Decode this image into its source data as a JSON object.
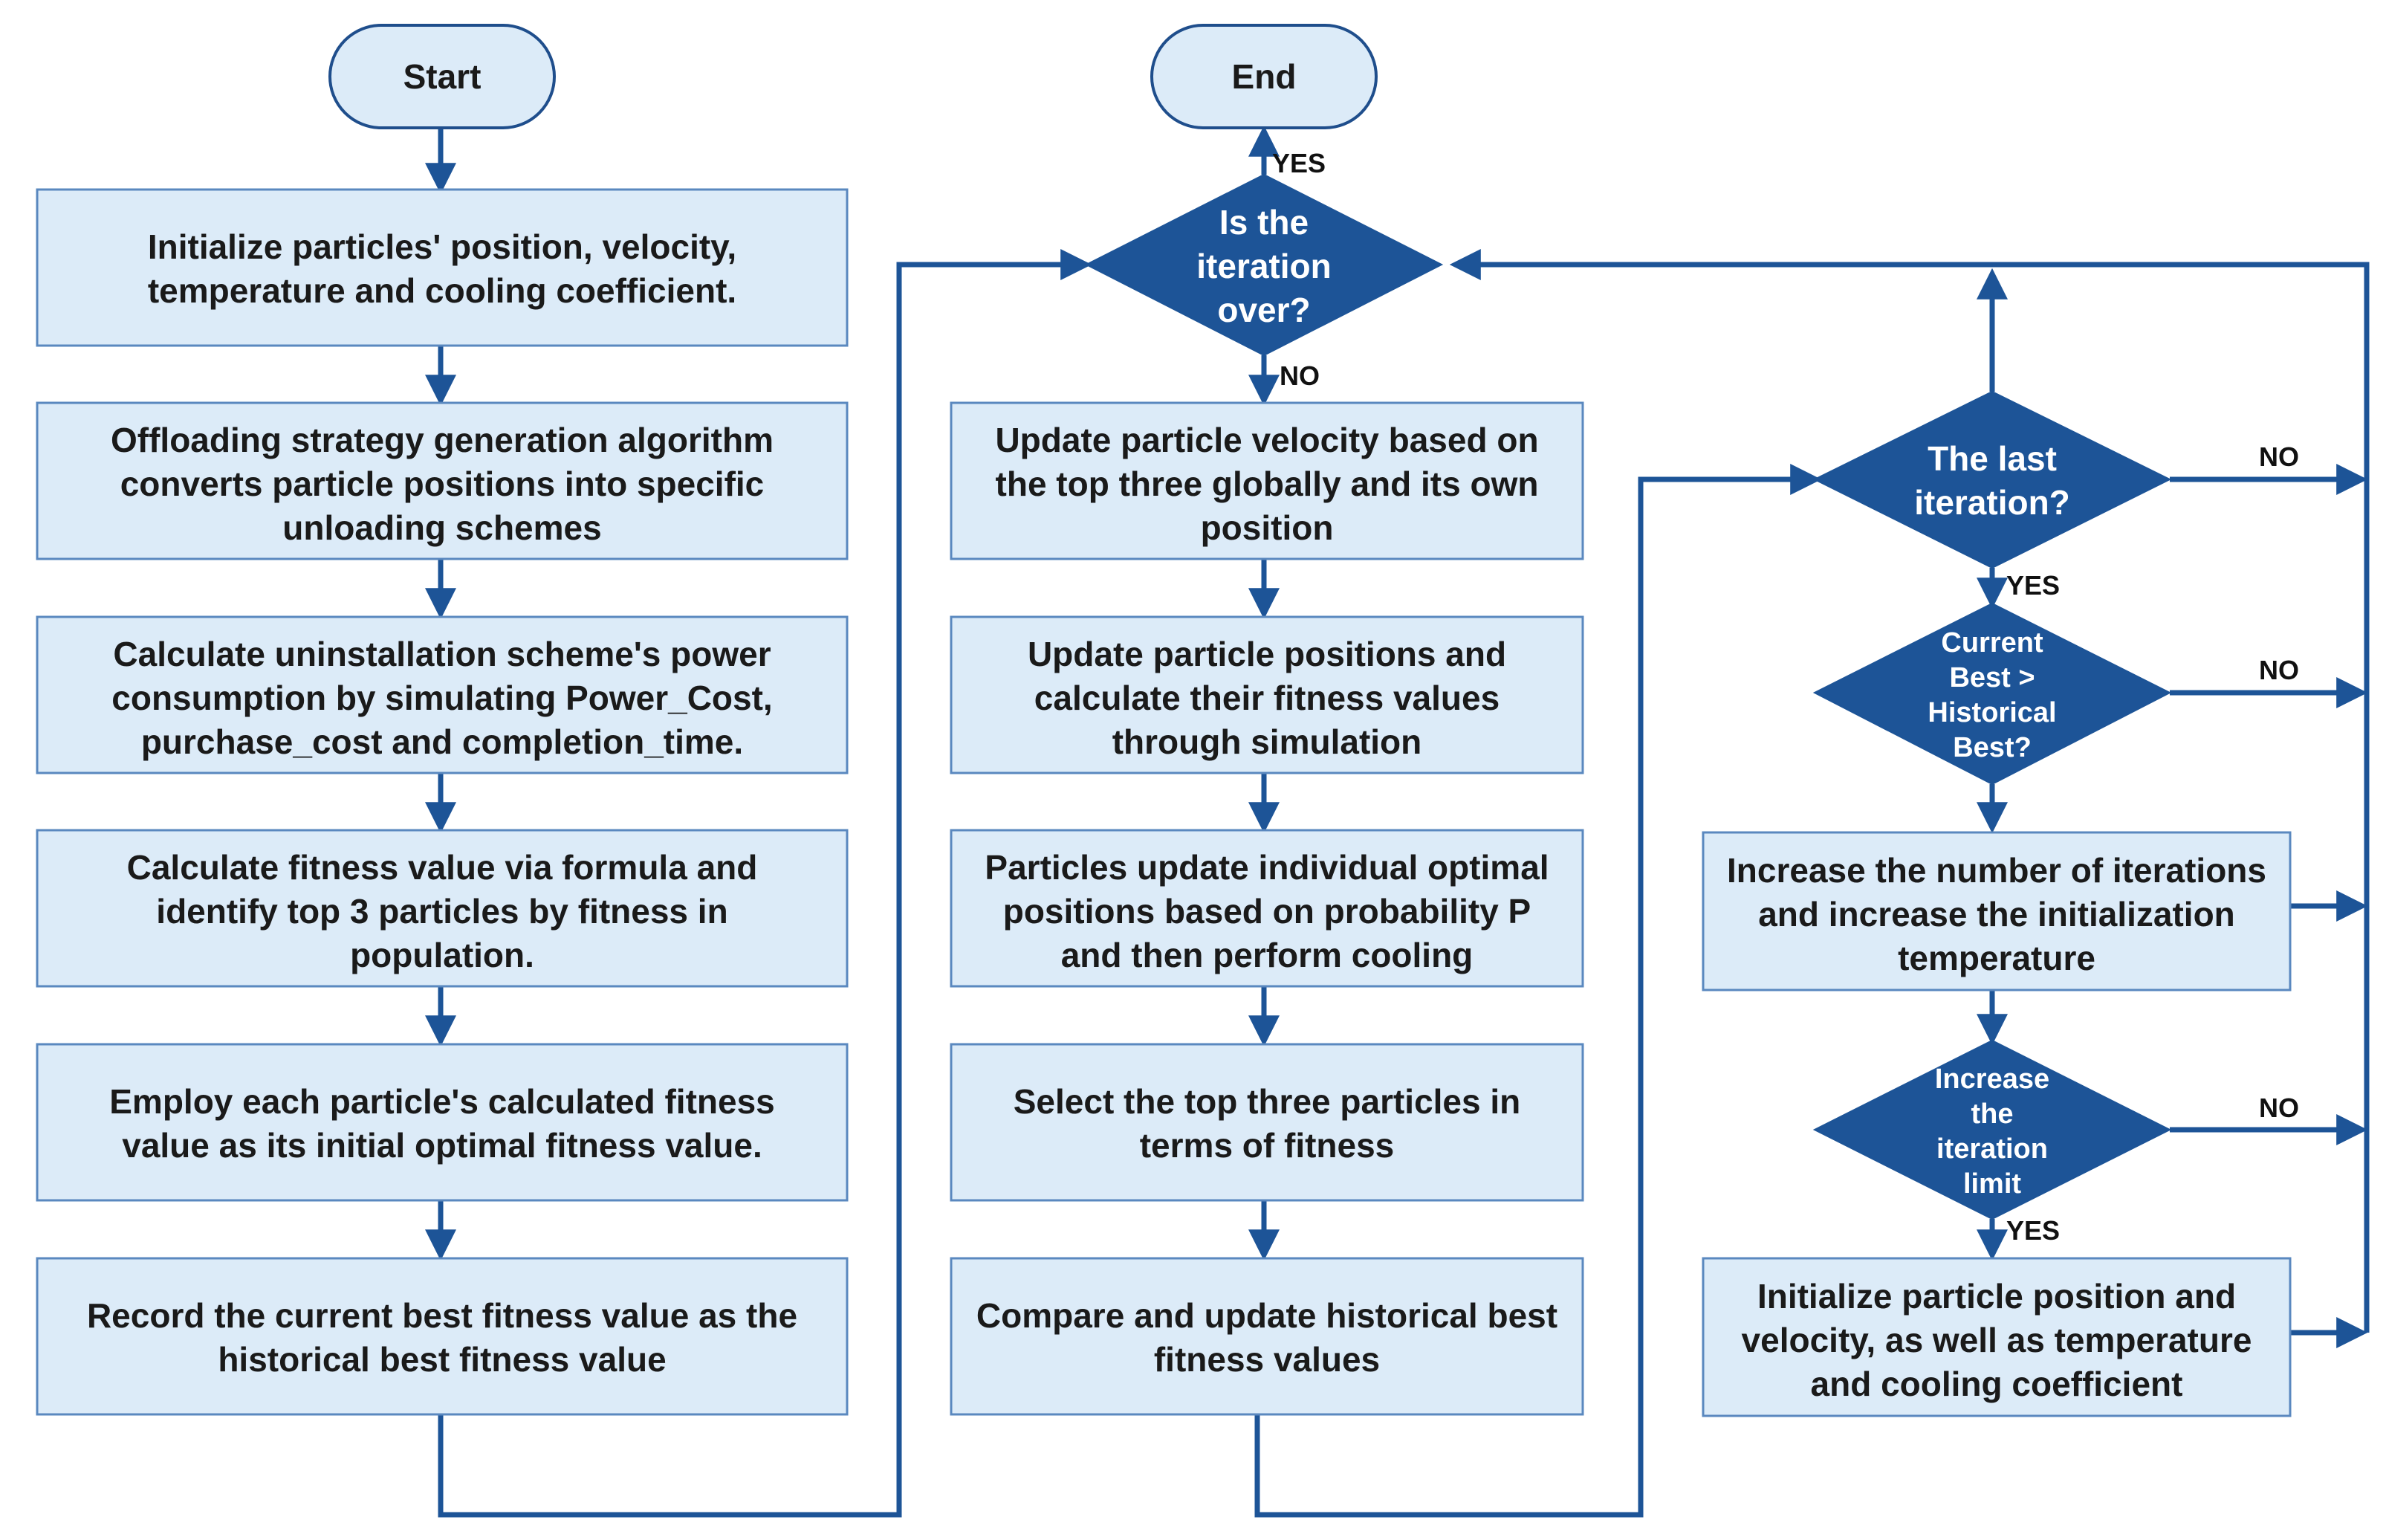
{
  "terminals": {
    "start": "Start",
    "end": "End"
  },
  "left_column": [
    [
      "Initialize particles' position, velocity,",
      "temperature and cooling coefficient."
    ],
    [
      "Offloading strategy generation algorithm",
      "converts particle positions into specific",
      "unloading schemes"
    ],
    [
      "Calculate uninstallation scheme's power",
      "consumption by simulating Power_Cost,",
      "purchase_cost and completion_time."
    ],
    [
      "Calculate fitness value via formula and",
      "identify top 3 particles by fitness in",
      "population."
    ],
    [
      "Employ each particle's calculated fitness",
      "value as its initial optimal fitness value."
    ],
    [
      "Record the current best fitness value as the",
      "historical best fitness value"
    ]
  ],
  "middle_column": [
    [
      "Update particle velocity based on",
      "the top three globally and its own",
      "position"
    ],
    [
      "Update particle positions and",
      "calculate their fitness values",
      "through simulation"
    ],
    [
      "Particles update individual optimal",
      "positions based on probability P",
      "and then perform cooling"
    ],
    [
      "Select the top three particles in",
      "terms of fitness"
    ],
    [
      "Compare and update historical best",
      "fitness values"
    ]
  ],
  "right_column": {
    "increase_box": [
      "Increase the number of iterations",
      "and increase the initialization",
      "temperature"
    ],
    "init_box": [
      "Initialize particle position and",
      "velocity, as well as temperature",
      "and cooling coefficient"
    ]
  },
  "decisions": {
    "iteration_over": [
      "Is the",
      "iteration",
      "over?"
    ],
    "last_iteration": [
      "The last",
      "iteration?"
    ],
    "current_best": [
      "Current",
      "Best >",
      "Historical",
      "Best?"
    ],
    "increase_limit": [
      "Increase",
      "the",
      "iteration",
      "limit"
    ]
  },
  "edge_labels": {
    "yes": "YES",
    "no": "NO"
  },
  "colors": {
    "box_fill": "#dcebf8",
    "box_stroke": "#5a88bf",
    "decision_fill": "#1d5497",
    "connector": "#1d5497"
  }
}
